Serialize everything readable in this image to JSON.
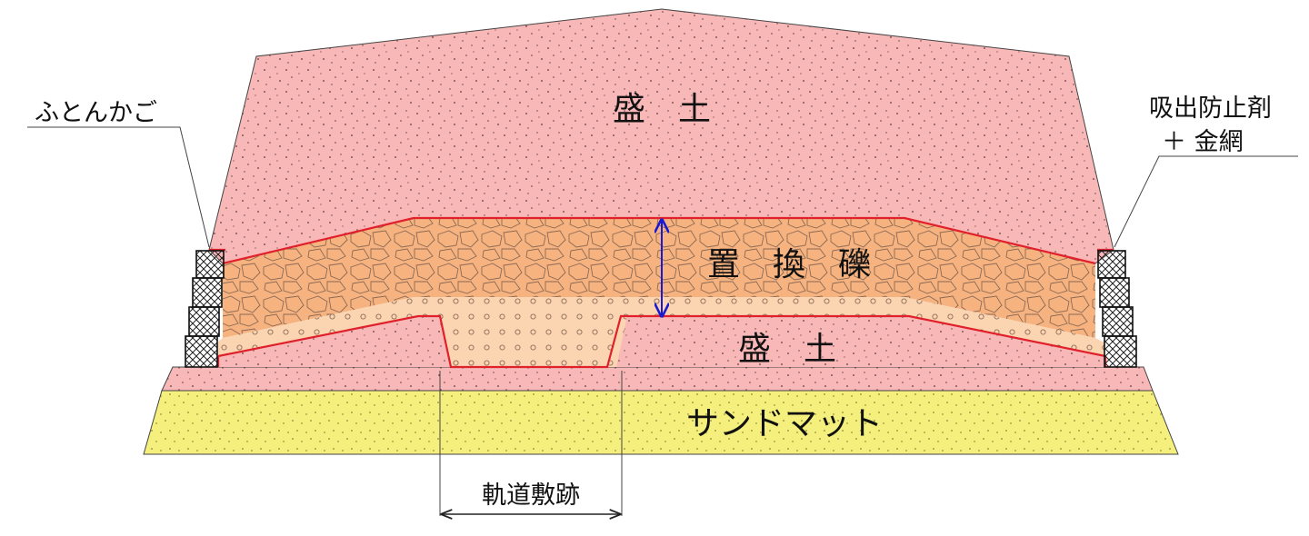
{
  "diagram": {
    "labels": {
      "embankment_top": "盛　土",
      "embankment_lower": "盛　土",
      "replacement_gravel": "置　換　礫",
      "sand_mat": "サンドマット",
      "futon_kago": "ふとんかご",
      "suction_prevention_line1": "吸出防止剤",
      "suction_prevention_line2": "＋ 金網",
      "track_bed_trace": "軌道敷跡"
    },
    "colors": {
      "embankment": "#f9b8b8",
      "gravel": "#f6b27f",
      "sand_layer": "#fbd4b2",
      "sand_mat": "#f5f07d",
      "boundary_red": "#e0202a",
      "dimension_blue": "#1a1ad0",
      "leader_line": "#444444"
    },
    "icons": {
      "gabion": "crosshatch-block",
      "dimension": "double-arrow"
    }
  }
}
